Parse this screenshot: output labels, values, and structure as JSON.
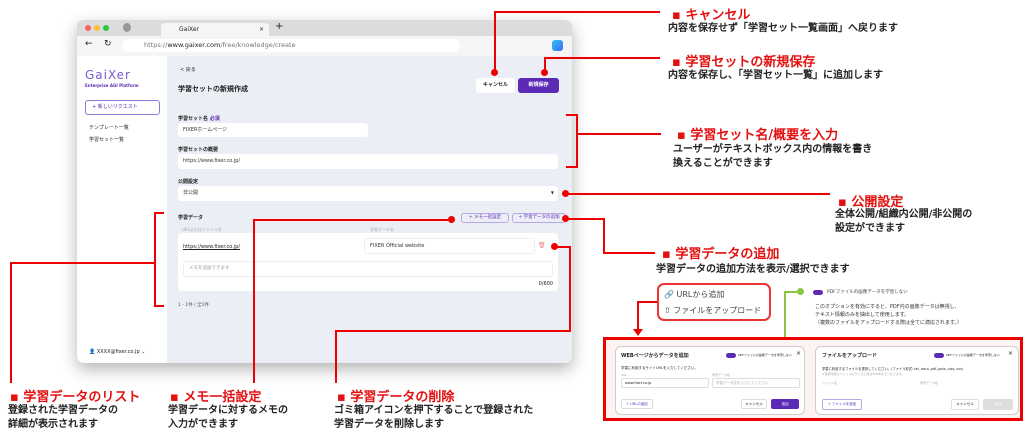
{
  "browser": {
    "tab_title": "GaiXer",
    "url_prefix": "https://",
    "url_domain": "www.gaixer.com",
    "url_path": "/free/knowledge/create"
  },
  "sidebar": {
    "logo": "GaiXer",
    "tagline": "Enterprise AGI Platform",
    "new_request": "+ 新しいリクエスト",
    "items": [
      {
        "label": "テンプレート一覧"
      },
      {
        "label": "学習セット一覧"
      }
    ],
    "user": "XXXX@fixer.co.jp"
  },
  "main": {
    "back": "< 戻る",
    "title": "学習セットの新規作成",
    "cancel": "キャンセル",
    "save": "新規保存",
    "name_label": "学習セット名",
    "required": "必須",
    "name_value": "FIXERホームページ",
    "summary_label": "学習セットの概要",
    "summary_value": "https://www.fixer.co.jp/",
    "visibility_label": "公開設定",
    "visibility_value": "非公開",
    "data_label": "学習データ",
    "memo_bulk": "+ メモ一括設定",
    "add_data": "+ 学習データの追加",
    "col_url": "URLまたはファイル名",
    "col_name": "学習データ名",
    "rows": [
      {
        "url": "https://www.fixer.co.jp/",
        "name": "FIXER Official website",
        "memo_placeholder": "メモを追加できます",
        "count": "0/600"
      }
    ],
    "pagination": "1 - 1件 / 全1件"
  },
  "annotations": {
    "cancel": {
      "title": "▪ キャンセル",
      "desc": "内容を保存せず「学習セット一覧画面」へ戻ります"
    },
    "save": {
      "title": "▪ 学習セットの新規保存",
      "desc": "内容を保存し、「学習セット一覧」に追加します"
    },
    "input": {
      "title": "▪ 学習セット名/概要を入力",
      "desc1": "ユーザーがテキストボックス内の情報を書き",
      "desc2": "換えることができます"
    },
    "visibility": {
      "title": "▪ 公開設定",
      "desc1": "全体公開/組織内公開/非公開の",
      "desc2": "設定ができます"
    },
    "add": {
      "title": "▪ 学習データの追加",
      "desc": "学習データの追加方法を表示/選択できます",
      "menu": [
        "URLから追加",
        "ファイルをアップロード"
      ]
    },
    "pdf": {
      "toggle": "PDFファイルの画像データを学習しない",
      "desc1": "このオプションを有効にすると、PDF内の画像データは無視し、",
      "desc2": "テキスト情報のみを抽出して使用します。",
      "desc3": "（複数のファイルをアップロードする際は全てに適応されます。）"
    },
    "list": {
      "title": "▪ 学習データのリスト",
      "desc1": "登録された学習データの",
      "desc2": "詳細が表示されます"
    },
    "memo": {
      "title": "▪ メモ一括設定",
      "desc1": "学習データに対するメモの",
      "desc2": "入力ができます"
    },
    "delete": {
      "title": "▪ 学習データの削除",
      "desc1": "ゴミ箱アイコンを押下することで登録された",
      "desc2": "学習データを削除します"
    }
  },
  "dialog_url": {
    "title": "WEBページからデータを追加",
    "toggle": "PDFファイルの画像データを学習しない",
    "instruction": "学習に利用するサイトURLを入力してください。",
    "url_label": "URL",
    "url_value": "www.fixer.co.jp",
    "name_label": "学習データ名",
    "name_placeholder": "学習データ名を入力してください",
    "add_url": "+ URLの追加",
    "cancel": "キャンセル",
    "submit": "追加"
  },
  "dialog_file": {
    "title": "ファイルをアップロード",
    "toggle": "PDFファイルの画像データを学習しない",
    "instruction": "学習に利用するファイルを選択してください。(ファイル形式:.txt,.docx,.pdf,.pptx,.xlsx,.csv)",
    "note": "※登録可能なファイルのサイズ上限は50MBまでとなります。",
    "file_label": "ファイル名",
    "name_label": "学習データ名",
    "add_file": "+ ファイルを追加",
    "cancel": "キャンセル",
    "submit": "追加"
  },
  "colors": {
    "accent": "#5b2bb5",
    "annotation": "#e41010",
    "green": "#8cc63f"
  }
}
